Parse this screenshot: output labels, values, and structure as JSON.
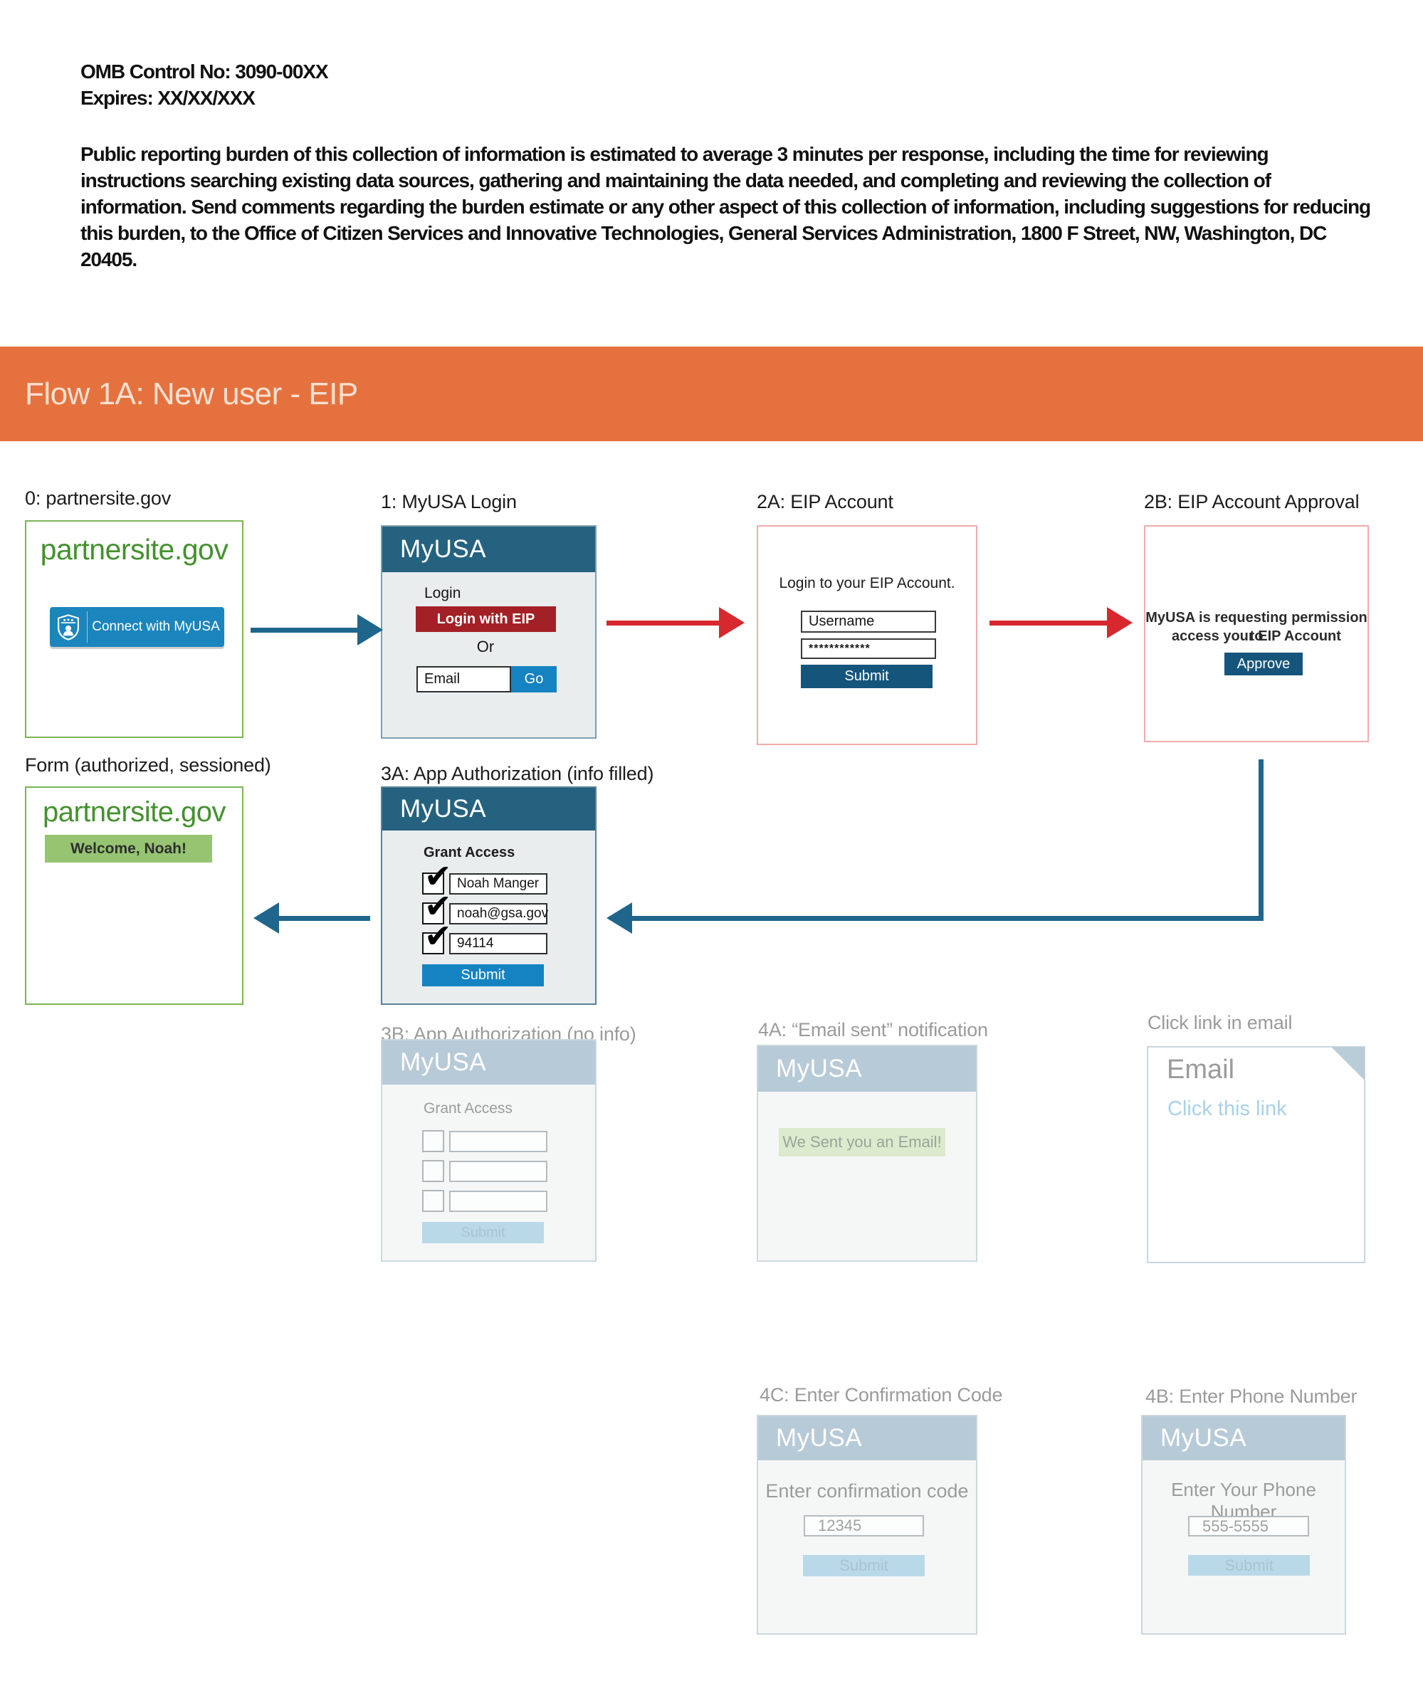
{
  "document": {
    "omb_control": "OMB Control No: 3090-00XX",
    "expires": "Expires: XX/XX/XXX",
    "burden_statement": "Public reporting burden of this collection of information is estimated to average 3 minutes per response, including the time for reviewing instructions searching existing data sources, gathering and maintaining the data needed, and completing and reviewing the collection of information. Send comments regarding the burden estimate or any other aspect of this collection of information, including suggestions for reducing this burden, to the Office of Citizen Services and Innovative Technologies, General Services Administration, 1800 F Street, NW, Washington, DC 20405."
  },
  "banner": {
    "title": "Flow 1A: New user - EIP"
  },
  "colors": {
    "banner_orange": "#e5723e",
    "header_teal": "#25627f",
    "connect_blue": "#1b85bd",
    "bright_blue": "#1583c1",
    "dark_navy": "#15557c",
    "button_red": "#a32126",
    "arrow_red": "#d7282e",
    "arrow_blue": "#20668c",
    "green_text": "#44912f",
    "green_border": "#7ab553",
    "welcome_green": "#96c471",
    "ghost_header": "#b7cad7",
    "ghost_text": "#9b9b9b",
    "ghost_submit_blue": "#b9d9e9",
    "ghost_green_bar": "#dceacd",
    "email_link_blue": "#a8d1ea",
    "pink_border": "#f2abac"
  },
  "panels": {
    "partnersite": {
      "label": "0: partnersite.gov",
      "site": "partnersite.gov",
      "connect_button": "Connect with MyUSA"
    },
    "myusa_login": {
      "label": "1: MyUSA Login",
      "brand": "MyUSA",
      "login_label": "Login",
      "eip_button": "Login with EIP",
      "or": "Or",
      "email_placeholder": "Email",
      "go_button": "Go"
    },
    "eip_account": {
      "label": "2A: EIP Account",
      "prompt": "Login to your EIP Account.",
      "username_placeholder": "Username",
      "password_value": "************",
      "submit": "Submit"
    },
    "eip_approval": {
      "label": "2B: EIP Account Approval",
      "prompt_line1": "MyUSA is requesting permission to",
      "prompt_line2": "access your EIP Account",
      "approve": "Approve"
    },
    "form_done": {
      "label": "Form (authorized, sessioned)",
      "site": "partnersite.gov",
      "welcome": "Welcome, Noah!"
    },
    "auth_filled": {
      "label": "3A: App Authorization (info filled)",
      "brand": "MyUSA",
      "grant": "Grant Access",
      "fields": [
        "Noah Manger",
        "noah@gsa.gov",
        "94114"
      ],
      "submit": "Submit"
    },
    "auth_empty": {
      "label": "3B: App Authorization (no info)",
      "brand": "MyUSA",
      "grant": "Grant Access",
      "submit": "Submit"
    },
    "email_sent": {
      "label": "4A: “Email sent” notification",
      "brand": "MyUSA",
      "message": "We Sent you an Email!"
    },
    "email_doc": {
      "label": "Click link in email",
      "title": "Email",
      "link": "Click this link"
    },
    "confirm_code": {
      "label": "4C: Enter Confirmation Code",
      "brand": "MyUSA",
      "prompt": "Enter confirmation code",
      "code_value": "12345",
      "submit": "Submit"
    },
    "phone": {
      "label": "4B: Enter Phone Number",
      "brand": "MyUSA",
      "prompt": "Enter Your Phone Number",
      "phone_value": "555-5555",
      "submit": "Submit"
    }
  }
}
